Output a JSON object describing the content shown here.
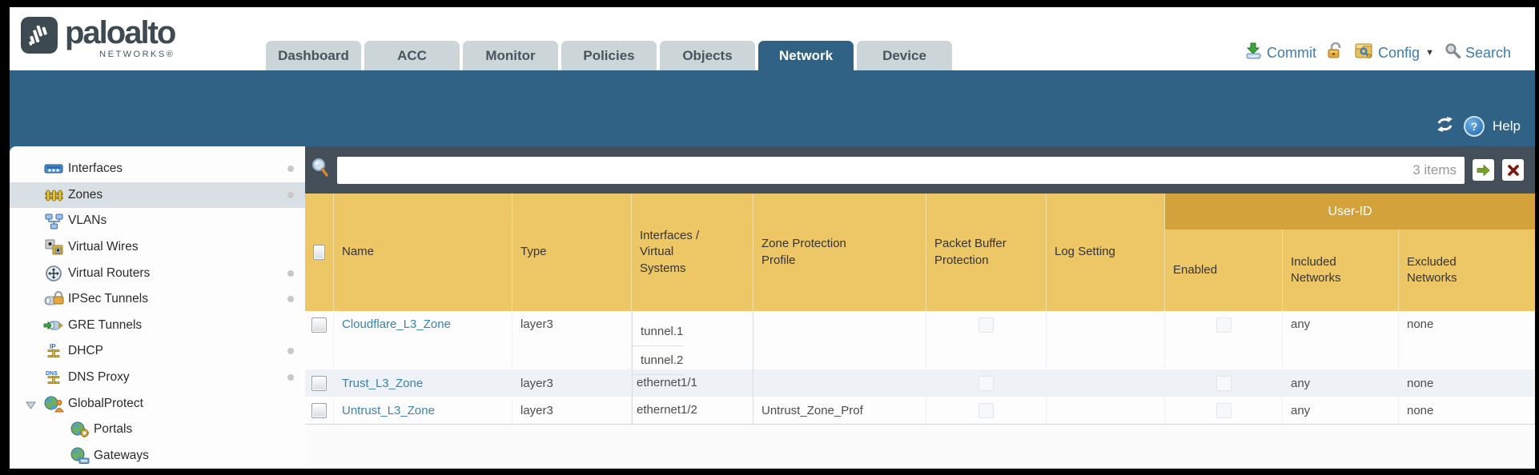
{
  "header": {
    "logo": {
      "brand": "paloalto",
      "sub": "NETWORKS®"
    },
    "tabs": [
      {
        "label": "Dashboard"
      },
      {
        "label": "ACC"
      },
      {
        "label": "Monitor"
      },
      {
        "label": "Policies"
      },
      {
        "label": "Objects"
      },
      {
        "label": "Network",
        "active": true
      },
      {
        "label": "Device"
      }
    ],
    "actions": {
      "commit": "Commit",
      "config": "Config",
      "search": "Search",
      "config_caret": "▼"
    }
  },
  "band": {
    "help": "Help"
  },
  "sidebar": {
    "items": [
      {
        "label": "Interfaces",
        "dot": true
      },
      {
        "label": "Zones",
        "dot": true,
        "selected": true
      },
      {
        "label": "VLANs"
      },
      {
        "label": "Virtual Wires"
      },
      {
        "label": "Virtual Routers",
        "dot": true
      },
      {
        "label": "IPSec Tunnels",
        "dot": true
      },
      {
        "label": "GRE Tunnels"
      },
      {
        "label": "DHCP",
        "dot": true
      },
      {
        "label": "DNS Proxy",
        "dot": true
      },
      {
        "label": "GlobalProtect",
        "expanded": true
      },
      {
        "label": "Portals",
        "child": true
      },
      {
        "label": "Gateways",
        "child": true
      }
    ]
  },
  "filterbar": {
    "count": "3 items",
    "placeholder": ""
  },
  "table": {
    "group_header": "User-ID",
    "columns": {
      "name": "Name",
      "type": "Type",
      "interfaces": "Interfaces / Virtual Systems",
      "zpp": "Zone Protection Profile",
      "pbp": "Packet Buffer Protection",
      "log": "Log Setting",
      "enabled": "Enabled",
      "included": "Included Networks",
      "excluded": "Excluded Networks"
    },
    "rows": [
      {
        "name": "Cloudflare_L3_Zone",
        "type": "layer3",
        "interfaces": [
          "tunnel.1",
          "tunnel.2"
        ],
        "zpp": "",
        "log": "",
        "included": "any",
        "excluded": "none"
      },
      {
        "name": "Trust_L3_Zone",
        "type": "layer3",
        "interfaces": [
          "ethernet1/1"
        ],
        "zpp": "",
        "log": "",
        "included": "any",
        "excluded": "none"
      },
      {
        "name": "Untrust_L3_Zone",
        "type": "layer3",
        "interfaces": [
          "ethernet1/2"
        ],
        "zpp": "Untrust_Zone_Prof",
        "log": "",
        "included": "any",
        "excluded": "none"
      }
    ]
  },
  "colors": {
    "teal": "#2f6284",
    "slate": "#454f5a",
    "header_gold": "#edc666",
    "userid_gold": "#d3a23b",
    "link_blue": "#3a82aa",
    "action_blue": "#3f7cae",
    "row_alt": "#eef1f5",
    "sidebar_selected": "#d8dfe5"
  }
}
